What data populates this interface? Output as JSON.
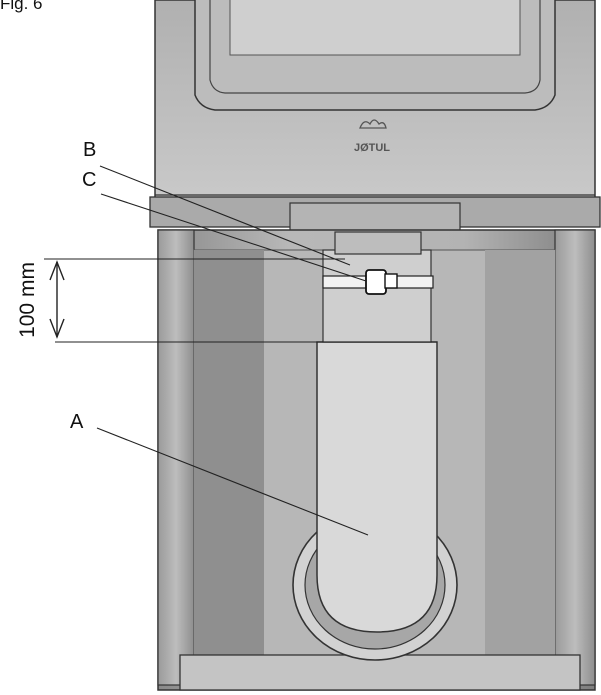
{
  "figure": {
    "title": "Fig. 6",
    "brand": "JØTUL",
    "dimension": {
      "value": 100,
      "unit": "mm",
      "text": "100 mm"
    },
    "labels": [
      {
        "id": "B",
        "text": "B"
      },
      {
        "id": "C",
        "text": "C"
      },
      {
        "id": "A",
        "text": "A"
      }
    ]
  }
}
